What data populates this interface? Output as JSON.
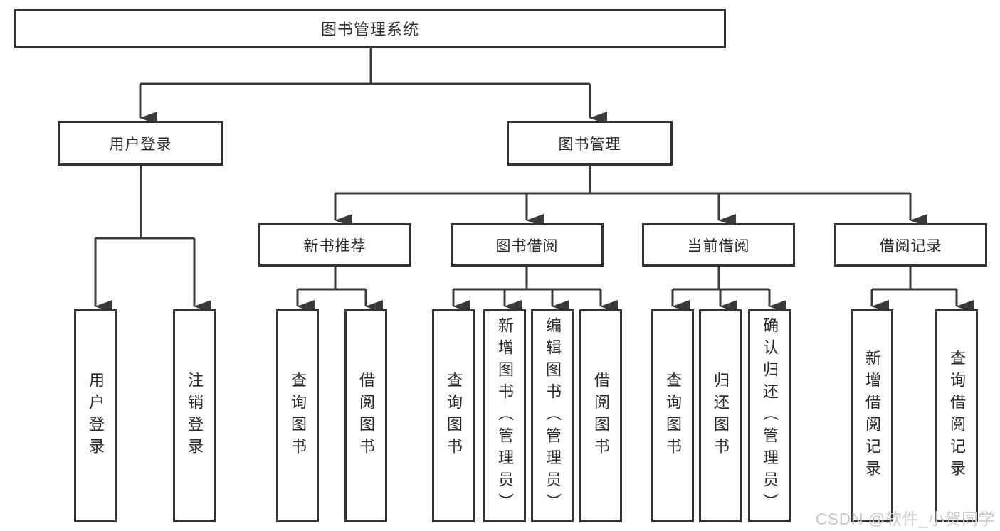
{
  "tree": {
    "label": "图书管理系统",
    "children": [
      {
        "label": "用户登录",
        "children": [
          {
            "label": "用户登录"
          },
          {
            "label": "注销登录"
          }
        ]
      },
      {
        "label": "图书管理",
        "children": [
          {
            "label": "新书推荐",
            "children": [
              {
                "label": "查询图书"
              },
              {
                "label": "借阅图书"
              }
            ]
          },
          {
            "label": "图书借阅",
            "children": [
              {
                "label": "查询图书"
              },
              {
                "label": "新增图书（管理员）"
              },
              {
                "label": "编辑图书（管理员）"
              },
              {
                "label": "借阅图书"
              }
            ]
          },
          {
            "label": "当前借阅",
            "children": [
              {
                "label": "查询图书"
              },
              {
                "label": "归还图书"
              },
              {
                "label": "确认归还（管理员）"
              }
            ]
          },
          {
            "label": "借阅记录",
            "children": [
              {
                "label": "新增借阅记录"
              },
              {
                "label": "查询借阅记录"
              }
            ]
          }
        ]
      }
    ]
  },
  "watermark": {
    "text": "CSDN @软件_小贺同学"
  },
  "colors": {
    "line": "#3a3a3a",
    "box_border": "#333333",
    "text": "#2b2b2b",
    "watermark": "#c6c9cd",
    "background": "#ffffff"
  }
}
